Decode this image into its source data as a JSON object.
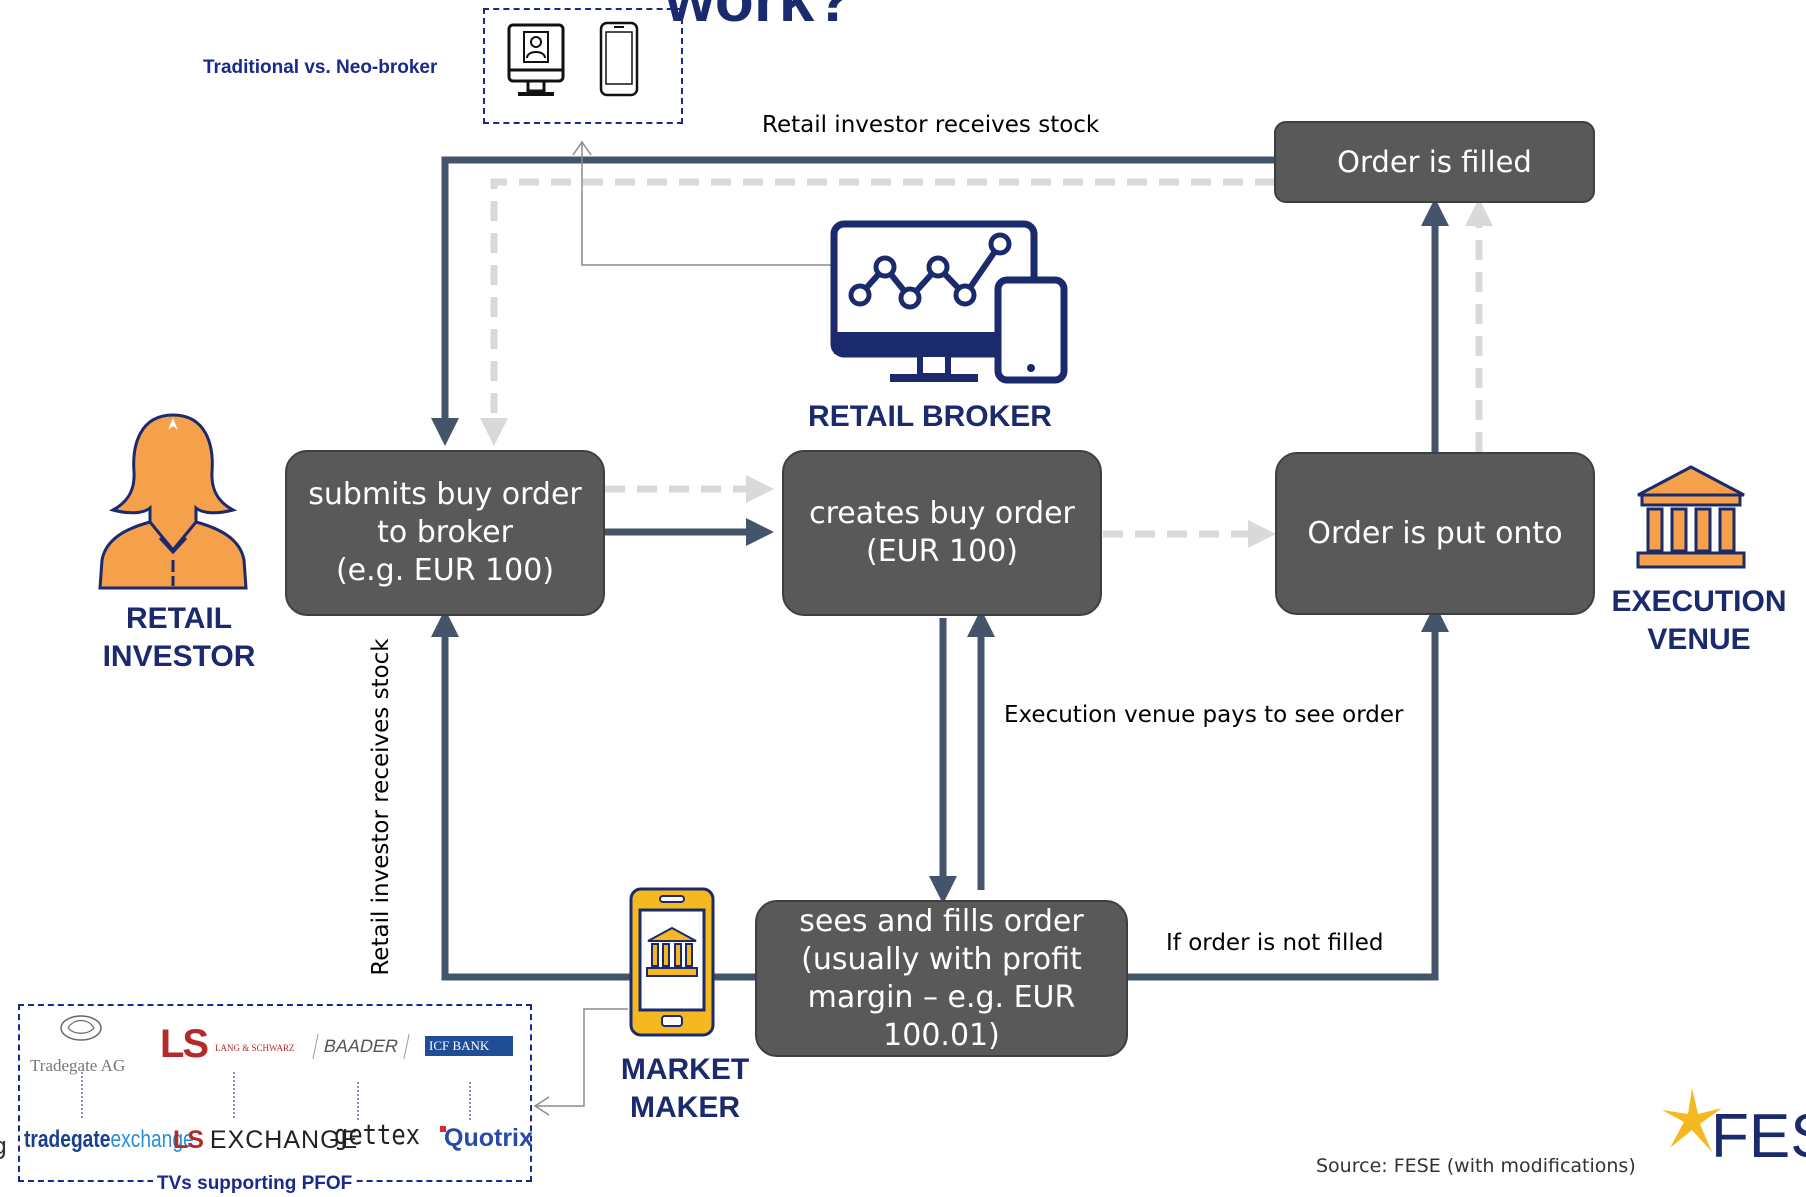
{
  "title_fragment": "work?",
  "actors": {
    "retail_investor": "RETAIL\nINVESTOR",
    "retail_broker": "RETAIL BROKER",
    "execution_venue": "EXECUTION\nVENUE",
    "market_maker": "MARKET\nMAKER"
  },
  "boxes": {
    "investor": "submits buy order\nto broker\n(e.g. EUR 100)",
    "broker": "creates buy order\n(EUR 100)",
    "venue": "Order is put onto",
    "filled": "Order is filled",
    "market_maker": "sees and fills order\n(usually with profit\nmargin – e.g. EUR\n100.01)"
  },
  "flow_labels": {
    "top": "Retail investor receives stock",
    "left_vertical": "Retail investor receives stock",
    "pays": "Execution venue pays to see order",
    "not_filled": "If order is not filled"
  },
  "broker_types": {
    "label": "Traditional vs. Neo-broker",
    "icons": [
      "desktop-user-icon",
      "smartphone-icon"
    ]
  },
  "trading_venues": {
    "caption": "TVs supporting PFOF",
    "market_makers": [
      "Tradegate AG",
      "LS",
      "LANG & SCHWARZ",
      "BAADER",
      "ICF BANK"
    ],
    "venues": [
      "tradegate",
      "exchange",
      "LS",
      "EXCHANGE",
      "gettex",
      "Quotrix"
    ]
  },
  "source": "Source: FESE  (with modifications)",
  "fese_logo": "FES",
  "edge_fragment": "g",
  "colors": {
    "navy": "#1a2a6c",
    "box": "#595959",
    "orange": "#f5a04a",
    "gold": "#f5b820",
    "dashed_arrow": "#d9d9d9"
  }
}
